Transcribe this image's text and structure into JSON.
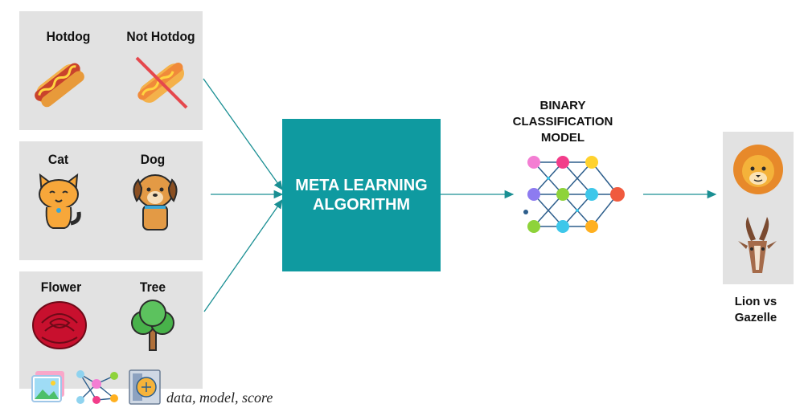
{
  "panels": [
    {
      "left_label": "Hotdog",
      "right_label": "Not Hotdog"
    },
    {
      "left_label": "Cat",
      "right_label": "Dog"
    },
    {
      "left_label": "Flower",
      "right_label": "Tree"
    }
  ],
  "algorithm": {
    "line1": "META LEARNING",
    "line2": "ALGORITHM"
  },
  "model": {
    "line1": "BINARY",
    "line2": "CLASSIFICATION",
    "line3": "MODEL"
  },
  "result": {
    "line1": "Lion vs",
    "line2": "Gazelle"
  },
  "legend": {
    "text": "data, model, score"
  },
  "icons": [
    "hotdog-icon",
    "not-hotdog-icon",
    "cat-icon",
    "dog-icon",
    "flower-icon",
    "tree-icon",
    "neural-network-icon",
    "lion-icon",
    "gazelle-icon",
    "image-icon",
    "model-icon",
    "score-icon"
  ],
  "colors": {
    "accent": "#0f9aa0",
    "panel": "#e2e2e2"
  }
}
